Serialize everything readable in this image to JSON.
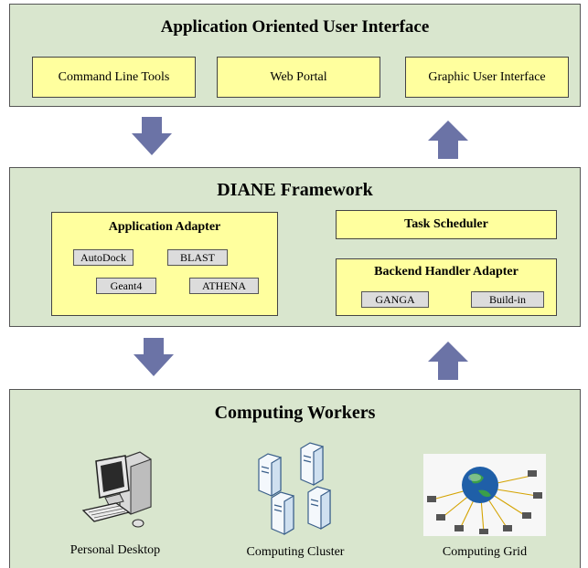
{
  "colors": {
    "layer_fill": "#d9e6ce",
    "component_fill": "#ffff9e",
    "module_fill": "#dcdcdc",
    "arrow": "#6b73a6"
  },
  "ui_layer": {
    "title": "Application Oriented User Interface",
    "items": [
      "Command Line Tools",
      "Web Portal",
      "Graphic User Interface"
    ]
  },
  "arrows": [
    {
      "direction": "down",
      "icon": "down-arrow-icon"
    },
    {
      "direction": "up",
      "icon": "up-arrow-icon"
    },
    {
      "direction": "down",
      "icon": "down-arrow-icon"
    },
    {
      "direction": "up",
      "icon": "up-arrow-icon"
    }
  ],
  "framework": {
    "title": "DIANE Framework",
    "application_adapter": {
      "title": "Application Adapter",
      "modules": [
        "AutoDock",
        "BLAST",
        "Geant4",
        "ATHENA"
      ]
    },
    "task_scheduler": {
      "title": "Task Scheduler"
    },
    "backend_adapter": {
      "title": "Backend Handler Adapter",
      "modules": [
        "GANGA",
        "Build-in"
      ]
    }
  },
  "workers": {
    "title": "Computing Workers",
    "items": [
      {
        "label": "Personal Desktop",
        "icon": "desktop-computer-icon"
      },
      {
        "label": "Computing Cluster",
        "icon": "server-cluster-icon"
      },
      {
        "label": "Computing Grid",
        "icon": "globe-grid-icon"
      }
    ]
  }
}
